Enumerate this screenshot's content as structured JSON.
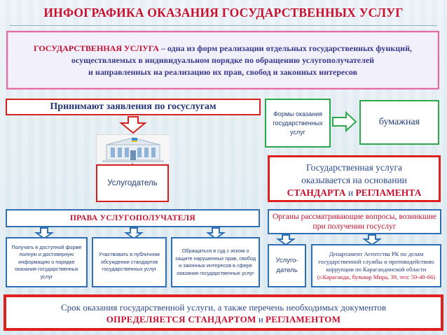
{
  "title": "ИНФОГРАФИКА ОКАЗАНИЯ ГОСУДАРСТВЕННЫХ УСЛУГ",
  "definition": {
    "term": "ГОСУДАРСТВЕННАЯ УСЛУГА",
    "line1": " – одна из форм реализации отдельных государственных функций,",
    "line2": "осуществляемых в индивидуальном порядке по обращению услугополучателей",
    "line3": "и направленных на реализацию их прав, свобод и законных интересов"
  },
  "apply": "Принимают заявления по госуслугам",
  "provider": "Услугодатель",
  "forms": "Формы оказания государственных услуг",
  "paper": "бумажная",
  "standard": {
    "line1": "Государственная услуга",
    "line2": "оказывается на основании",
    "word1": "СТАНДАРТА",
    "and": " и ",
    "word2": "РЕГЛАМЕНТА"
  },
  "rights": "ПРАВА УСЛУГОПОЛУЧАТЕЛЯ",
  "right_items": [
    "Получать в доступной форме полную и достоверную информацию о порядке оказания государственных услуг",
    "Участвовать в публичном обсуждении стандартов государственных услуг",
    "Обращаться в суд с иском о защите нарушенных прав, свобод и законных интересов в сфере оказания государственных услуг"
  ],
  "organs": "Органы рассматривающие вопросы, возникшие при получении госуслуг",
  "recipient": "Услуго-датель",
  "department": {
    "text": "Департамент Агентства РК по делам государственной службы и противодействию коррупции по Карагандинской области",
    "address": "(г.Караганда, бульвар Мира, 39, тел: 50-40-66)"
  },
  "bottom": {
    "line1": "Срок оказания государственной услуги, а также перечень необходимых документов",
    "word1": "ОПРЕДЕЛЯЕТСЯ СТАНДАРТОМ",
    "and": " и ",
    "word2": "РЕГЛАМЕНТОМ"
  },
  "colors": {
    "accent_red": "#c8102e",
    "text_blue": "#1f3c7a",
    "border_blue": "#2f6fb3",
    "border_green": "#2aa84a"
  }
}
